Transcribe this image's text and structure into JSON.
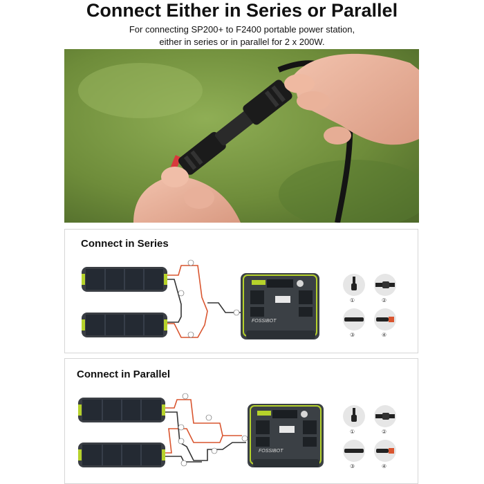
{
  "header": {
    "title": "Connect Either in Series or Parallel",
    "subtitle_line1": "For connecting SP200+ to F2400 portable power station,",
    "subtitle_line2": "either in series or in parallel for 2 x 200W."
  },
  "series_section": {
    "title": "Connect in Series",
    "numbers": [
      "①",
      "②",
      "③",
      "④"
    ]
  },
  "parallel_section": {
    "title": "Connect in Parallel",
    "numbers": [
      "①",
      "②",
      "③",
      "④"
    ]
  },
  "station": {
    "brand": "FOSSIBOT"
  },
  "colors": {
    "accent": "#b6d22b",
    "panel": "#2f3338",
    "cable_red": "#d9552f",
    "grass": "#6f8f3c"
  }
}
